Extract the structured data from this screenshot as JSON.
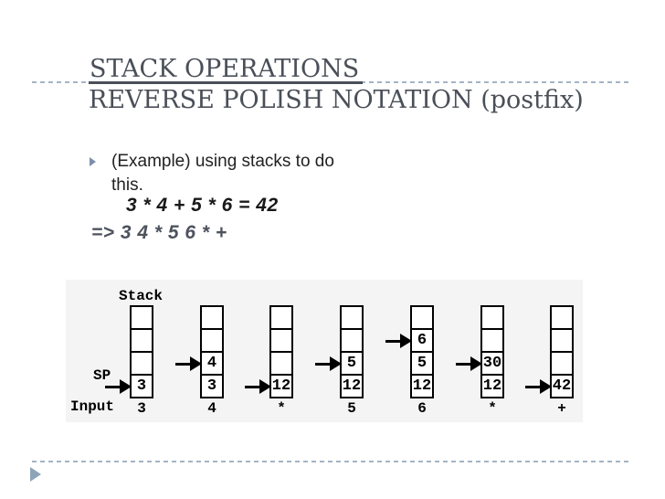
{
  "slide": {
    "title_line1": "STACK OPERATIONS",
    "title_line2": "REVERSE POLISH NOTATION (postfix)",
    "bullet_text": "(Example) using stacks to do this.",
    "equation_infix": "3 * 4 + 5 * 6 = 42",
    "equation_postfix": "=> 3 4 * 5 6 * +"
  },
  "diagram": {
    "stack_label": "Stack",
    "sp_label": "SP",
    "input_label": "Input",
    "rows": 4,
    "steps": [
      {
        "cells": [
          "",
          "",
          "",
          "3"
        ],
        "pointer_row": 3,
        "input": "3"
      },
      {
        "cells": [
          "",
          "",
          "4",
          "3"
        ],
        "pointer_row": 2,
        "input": "4"
      },
      {
        "cells": [
          "",
          "",
          "",
          "12"
        ],
        "pointer_row": 3,
        "input": "*"
      },
      {
        "cells": [
          "",
          "",
          "5",
          "12"
        ],
        "pointer_row": 2,
        "input": "5"
      },
      {
        "cells": [
          "",
          "6",
          "5",
          "12"
        ],
        "pointer_row": 1,
        "input": "6"
      },
      {
        "cells": [
          "",
          "",
          "30",
          "12"
        ],
        "pointer_row": 2,
        "input": "*"
      },
      {
        "cells": [
          "",
          "",
          "",
          "42"
        ],
        "pointer_row": 3,
        "input": "+"
      }
    ]
  },
  "colors": {
    "title": "#4a4f58",
    "dashed_divider": "#a3b4c4",
    "bullet_marker": "#7e8fac",
    "body_text": "#222222",
    "equation_infix": "#191919",
    "equation_postfix": "#4d525d",
    "diagram_bg": "#f4f4f4",
    "diagram_ink": "#000000",
    "footer_arrow": "#8ea5b9"
  }
}
